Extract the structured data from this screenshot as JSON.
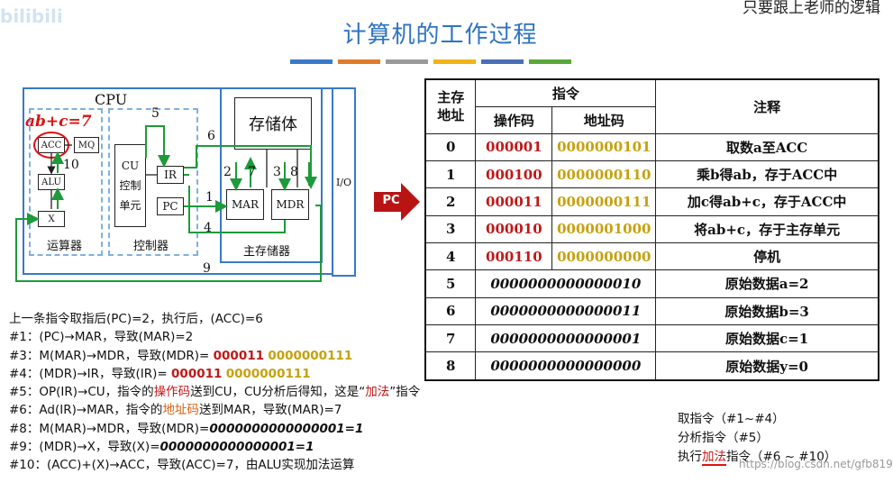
{
  "title": "计算机的工作过程",
  "watermark_left": "bilibili",
  "watermark_right": "只要跟上老师的逻辑",
  "stripe_colors": [
    "#3a78c8",
    "#e07b2a",
    "#9a9a9a",
    "#f2b318",
    "#4a6fb5",
    "#5aa83c"
  ],
  "diagram": {
    "cpu": "CPU",
    "handwritten": "ab+c=7",
    "acc": "ACC",
    "mq": "MQ",
    "alu": "ALU",
    "x": "X",
    "alu_unit": "运算器",
    "cu": "CU",
    "cu_sub1": "控制",
    "cu_sub2": "单元",
    "ir": "IR",
    "pc": "PC",
    "controller": "控制器",
    "storage": "存储体",
    "mar": "MAR",
    "mdr": "MDR",
    "main_memory": "主存储器",
    "io": "I/O",
    "pc_pointer": "PC",
    "step_numbers": [
      "1",
      "2",
      "3",
      "4",
      "5",
      "6",
      "7",
      "8",
      "9",
      "10"
    ]
  },
  "table": {
    "h_address": "主存\n地址",
    "h_instruction": "指令",
    "h_opcode": "操作码",
    "h_addrcode": "地址码",
    "h_note": "注释",
    "rows": [
      {
        "addr": "0",
        "op": "000001",
        "ad": "0000000101",
        "note": "取数a至ACC"
      },
      {
        "addr": "1",
        "op": "000100",
        "ad": "0000000110",
        "note": "乘b得ab，存于ACC中"
      },
      {
        "addr": "2",
        "op": "000011",
        "ad": "0000000111",
        "note": "加c得ab+c，存于ACC中"
      },
      {
        "addr": "3",
        "op": "000010",
        "ad": "0000001000",
        "note": "将ab+c，存于主存单元"
      },
      {
        "addr": "4",
        "op": "000110",
        "ad": "0000000000",
        "note": "停机"
      }
    ],
    "data_rows": [
      {
        "addr": "5",
        "value": "0000000000000010",
        "note": "原始数据a=2"
      },
      {
        "addr": "6",
        "value": "0000000000000011",
        "note": "原始数据b=3"
      },
      {
        "addr": "7",
        "value": "0000000000000001",
        "note": "原始数据c=1"
      },
      {
        "addr": "8",
        "value": "0000000000000000",
        "note": "原始数据y=0"
      }
    ]
  },
  "steps": {
    "intro": "上一条指令取指后(PC)=2，执行后，(ACC)=6",
    "s1": "#1：(PC)→MAR，导致(MAR)=2",
    "s3a": "#3：M(MAR)→MDR，导致(MDR)= ",
    "s3_op": "000011",
    "s3_ad": "0000000111",
    "s4a": "#4：(MDR)→IR，导致(IR)= ",
    "s4_op": "000011",
    "s4_ad": "0000000111",
    "s5a": "#5：OP(IR)→CU，指令的",
    "s5_hl": "操作码",
    "s5b": "送到CU，CU分析后得知，这是“",
    "s5_add": "加法",
    "s5c": "”指令",
    "s6a": "#6：Ad(IR)→MAR，指令的",
    "s6_hl": "地址码",
    "s6b": "送到MAR，导致(MAR)=7",
    "s8a": "#8：M(MAR)→MDR，导致(MDR)=",
    "s8_v": "0000000000000001=1",
    "s9a": "#9：(MDR)→X，导致(X)=",
    "s9_v": "0000000000000001=1",
    "s10": "#10：(ACC)+(X)→ACC，导致(ACC)=7，由ALU实现加法运算"
  },
  "summary": {
    "line1": "取指令（#1~#4）",
    "line2": "分析指令（#5）",
    "line3a": "执行",
    "line3_hl": "加法",
    "line3b": "指令（#6 ~ #10）"
  },
  "credit": "https://blog.csdn.net/gfb819"
}
